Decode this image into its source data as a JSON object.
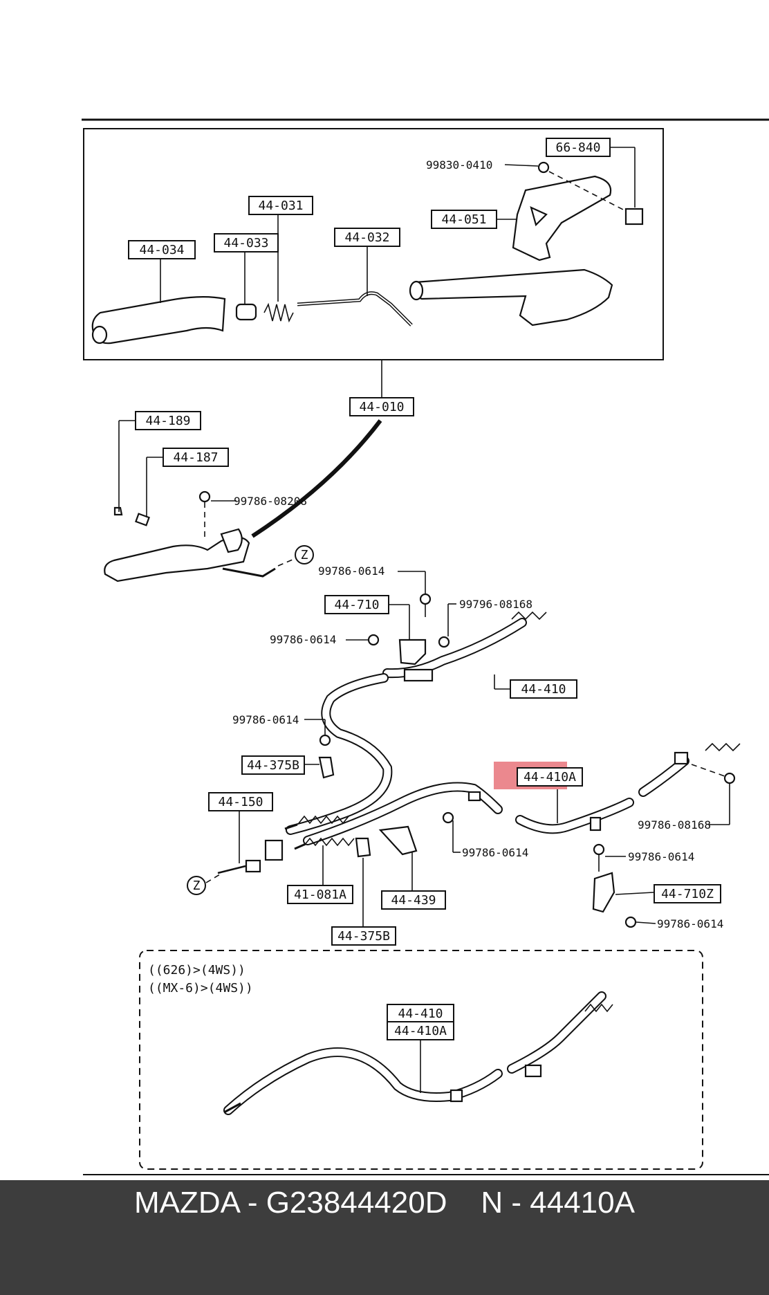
{
  "highlight_color": "#e8737a",
  "labels": {
    "l66840": "66-840",
    "l99830": "99830-0410",
    "l44051": "44-051",
    "l44031": "44-031",
    "l44033": "44-033",
    "l44034": "44-034",
    "l44032": "44-032",
    "l44010": "44-010",
    "l44189": "44-189",
    "l44187": "44-187",
    "l99786_08208": "99786-08208",
    "z_top": "Z",
    "l99786_0614_a": "99786-0614",
    "l44710": "44-710",
    "l99796_08168": "99796-08168",
    "l99786_0614_b": "99786-0614",
    "l44410": "44-410",
    "l99786_0614_c": "99786-0614",
    "l44375b_a": "44-375B",
    "l44410a": "44-410A",
    "l44150": "44-150",
    "l99786_08168": "99786-08168",
    "l99786_0614_d": "99786-0614",
    "l99786_0614_e": "99786-0614",
    "z_bottom": "Z",
    "l41081a": "41-081A",
    "l44439": "44-439",
    "l44710z": "44-710Z",
    "l99786_0614_f": "99786-0614",
    "l44375b_b": "44-375B"
  },
  "variant_box": {
    "line1": "((626)>(4WS))",
    "line2": "((MX-6)>(4WS))",
    "label1": "44-410",
    "label2": "44-410A"
  },
  "footer": {
    "text": "MAZDA - G23844420D    N - 44410A"
  }
}
